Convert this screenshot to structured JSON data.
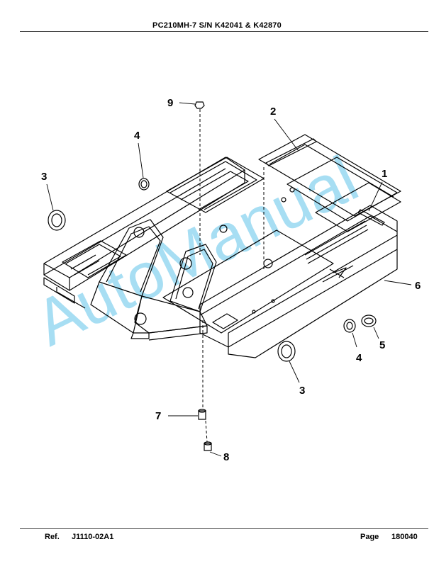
{
  "header": {
    "title": "PC210MH-7 S/N K42041 & K42870"
  },
  "footer": {
    "ref_label": "Ref.",
    "ref_value": "J1110-02A1",
    "page_label": "Page",
    "page_value": "180040"
  },
  "watermark": {
    "text": "AutoManual",
    "color": "#5ec3ea"
  },
  "callouts": [
    {
      "id": "c1",
      "label": "1"
    },
    {
      "id": "c2",
      "label": "2"
    },
    {
      "id": "c3a",
      "label": "3"
    },
    {
      "id": "c3b",
      "label": "3"
    },
    {
      "id": "c4a",
      "label": "4"
    },
    {
      "id": "c4b",
      "label": "4"
    },
    {
      "id": "c5",
      "label": "5"
    },
    {
      "id": "c6",
      "label": "6"
    },
    {
      "id": "c7",
      "label": "7"
    },
    {
      "id": "c8",
      "label": "8"
    },
    {
      "id": "c9",
      "label": "9"
    }
  ]
}
